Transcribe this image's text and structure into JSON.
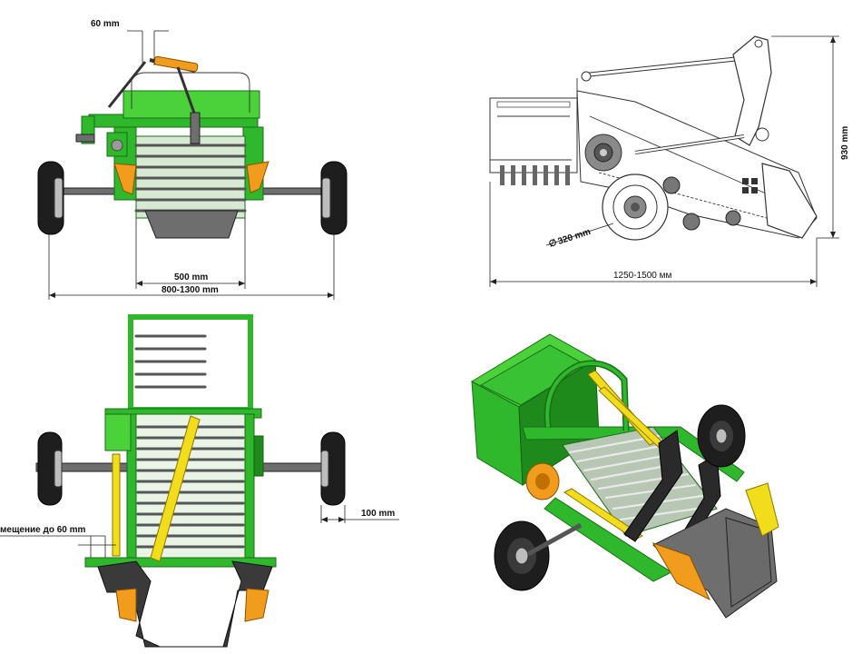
{
  "views": {
    "front": {
      "dim_link_offset": "60 mm",
      "dim_inner_width": "500 mm",
      "dim_track_width": "800-1300 mm"
    },
    "side": {
      "dim_height": "930 mm",
      "dim_wheel_diameter": "320 mm",
      "dim_wheel_diameter_symbol": "∅",
      "dim_length": "1250-1500 мм"
    },
    "top": {
      "dim_wheel_offset": "100 mm",
      "dim_shift": "мещение до 60 mm"
    },
    "iso": {}
  },
  "colors": {
    "frame_green": "#2fb82c",
    "tire_black": "#1e1e1e",
    "share_orange": "#f29c1d",
    "shaft_yellow": "#f2dd1c",
    "blade_steel": "#6e6e6e"
  }
}
